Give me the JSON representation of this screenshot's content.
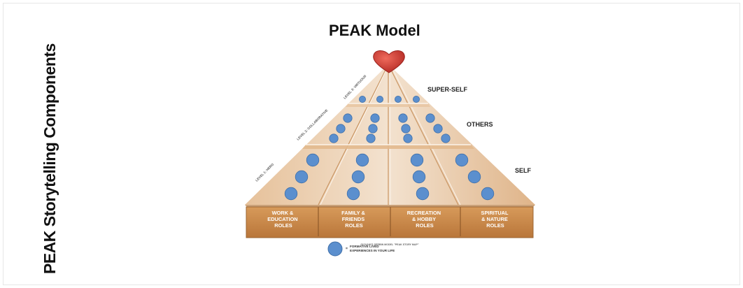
{
  "side_title": "PEAK Storytelling Components",
  "title": "PEAK Model",
  "tiers": [
    {
      "label": "SUPER-SELF",
      "side_note": "LEVEL 3: VIRTUOUS"
    },
    {
      "label": "OTHERS",
      "side_note": "LEVEL 2: COLLABORATIVE"
    },
    {
      "label": "SELF",
      "side_note": "LEVEL 1: HERO"
    }
  ],
  "roles": [
    {
      "lines": [
        "WORK &",
        "EDUCATION",
        "ROLES"
      ]
    },
    {
      "lines": [
        "FAMILY &",
        "FRIENDS",
        "ROLES"
      ]
    },
    {
      "lines": [
        "RECREATION",
        "& HOBBY",
        "ROLES"
      ]
    },
    {
      "lines": [
        "SPIRITUAL",
        "& NATURE",
        "ROLES"
      ]
    }
  ],
  "source_note": "GIOVANI'S SERBIN MODEL \"PEAK STORY MAP\"",
  "legend": {
    "symbol": "=",
    "text_line1": "FORMATIVE LIVED",
    "text_line2": "EXPERIENCES IN YOUR LIFE"
  },
  "colors": {
    "dot": "#5b8fce",
    "dot_stroke": "#3f6fa8",
    "heart": "#c9362e",
    "base_front": "#c8823f",
    "base_top": "#d9a064",
    "panel_light": "#f4e4d2",
    "panel_dark": "#d6a979"
  },
  "icons": {
    "apex": "heart-icon",
    "legend_marker": "blue-dot-icon"
  }
}
